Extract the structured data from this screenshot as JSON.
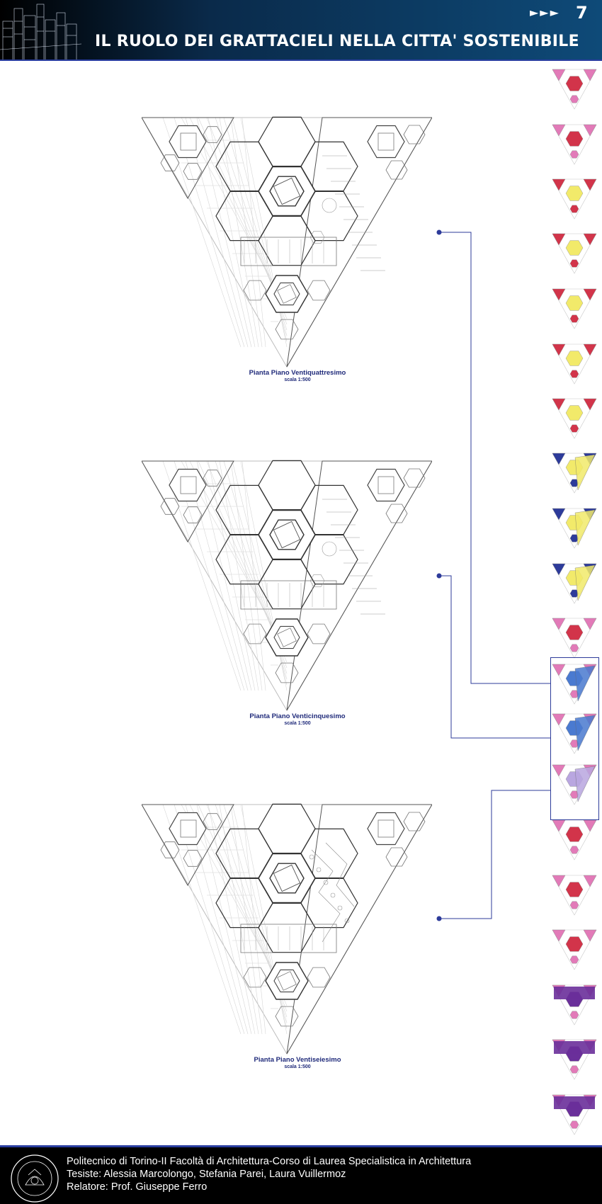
{
  "header": {
    "title": "IL RUOLO DEI GRATTACIELI NELLA CITTA' SOSTENIBILE",
    "arrows": "►►►",
    "page_number": "7"
  },
  "plans": [
    {
      "title": "Pianta Piano Ventiquattresimo",
      "scale": "scala 1:500"
    },
    {
      "title": "Pianta Piano Venticinquesimo",
      "scale": "scala 1:500"
    },
    {
      "title": "Pianta Piano Ventiseiesimo",
      "scale": "scala 1:500"
    }
  ],
  "thumbnail_palette": {
    "yellow": "#f2ea6a",
    "red": "#d2344a",
    "pink": "#e27ab8",
    "blue": "#4a7ad0",
    "lavender": "#b9a6e0",
    "purple": "#6a2f9a",
    "navy": "#2d3b9a"
  },
  "footer": {
    "line1": "Politecnico di Torino-II Facoltà di Architettura-Corso di Laurea Specialistica in Architettura",
    "line2": "Tesiste: Alessia Marcolongo, Stefania Parei, Laura Vuillermoz",
    "line3": "Relatore: Prof. Giuseppe Ferro"
  }
}
